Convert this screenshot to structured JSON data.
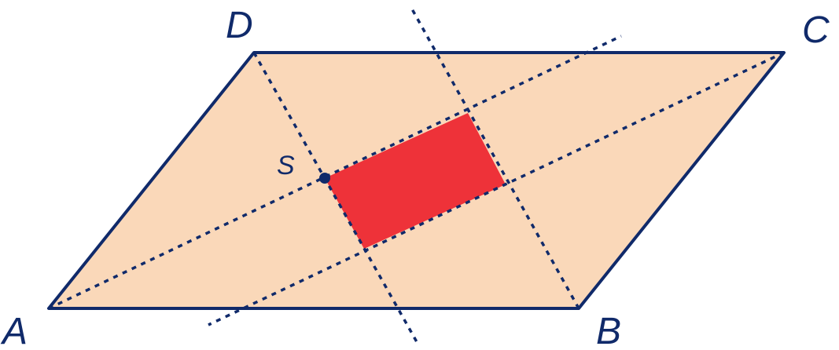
{
  "labels": {
    "A": "A",
    "B": "B",
    "C": "C",
    "D": "D",
    "S": "S"
  },
  "colors": {
    "parallelogram_fill": "#fad8b9",
    "rectangle_fill": "#ee3239",
    "stroke": "#102a6a",
    "dashed": "#102a6a"
  }
}
